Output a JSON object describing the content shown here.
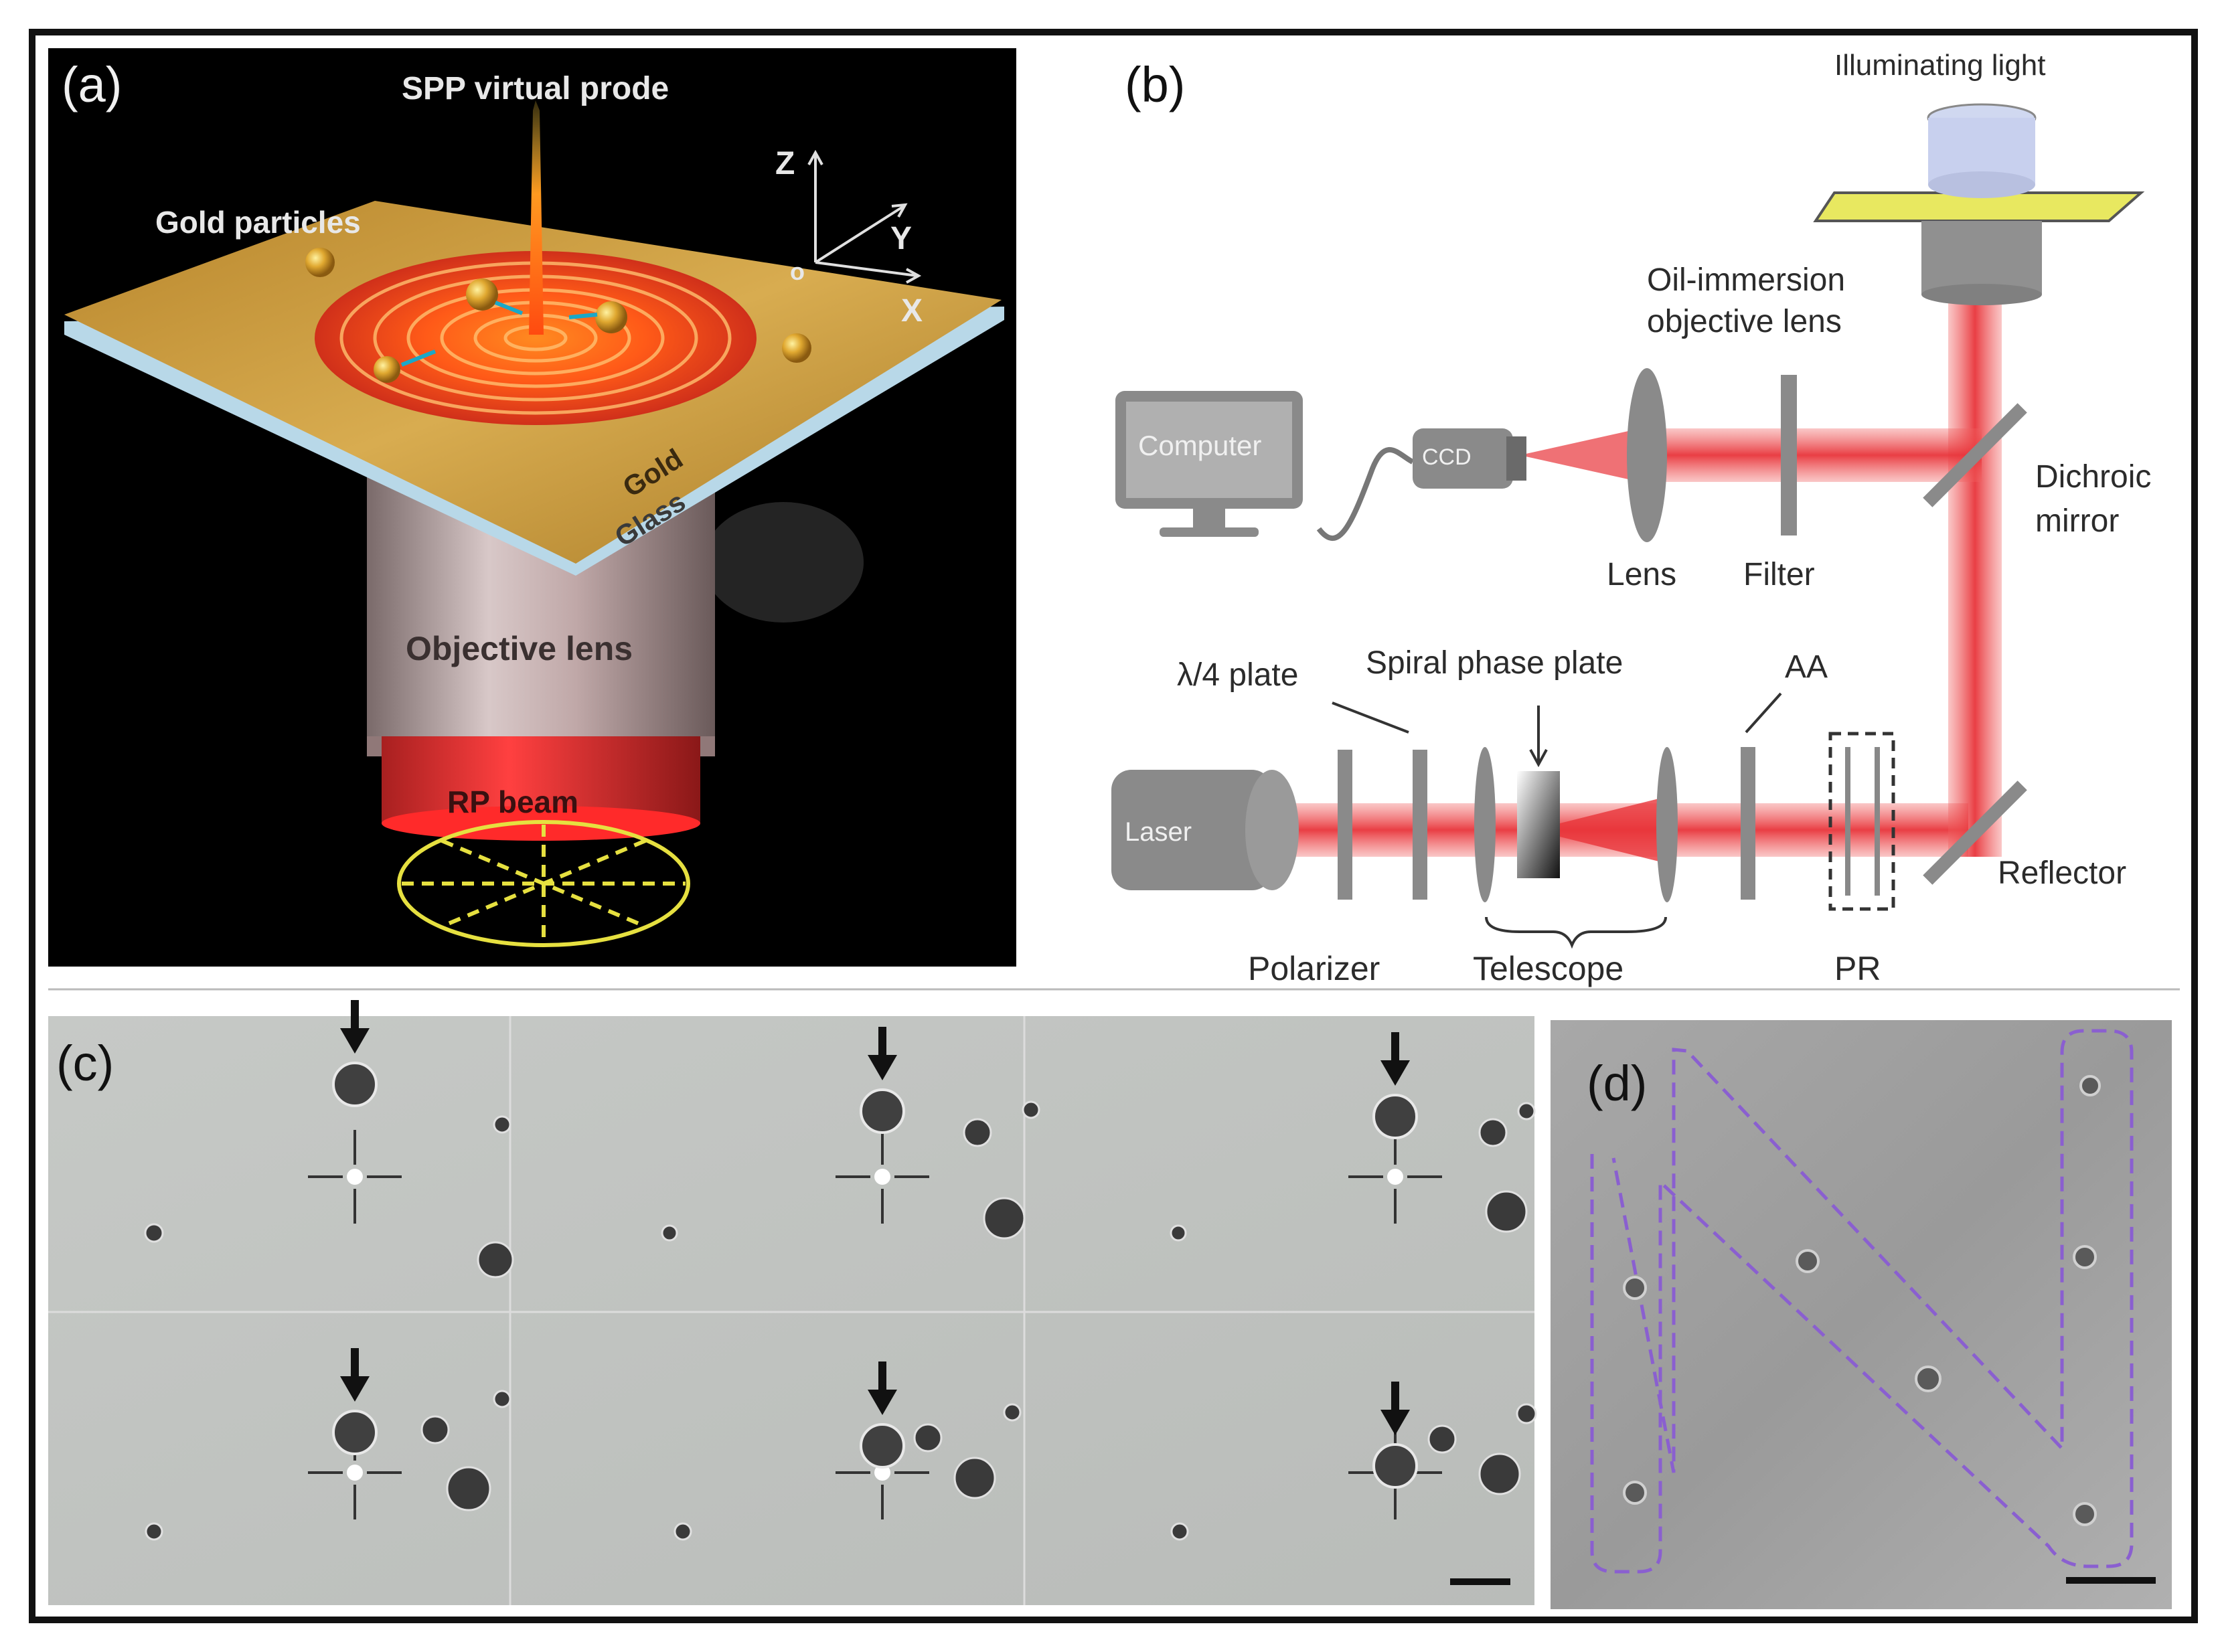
{
  "panels": {
    "a": {
      "label": "(a)",
      "probe": "SPP virtual prode",
      "particles": "Gold particles",
      "gold": "Gold",
      "glass": "Glass",
      "objective": "Objective lens",
      "beam": "RP beam",
      "axis_z": "Z",
      "axis_y": "Y",
      "axis_x": "X",
      "axis_o": "o"
    },
    "b": {
      "label": "(b)",
      "illuminating": "Illuminating light",
      "oil1": "Oil-immersion",
      "oil2": "objective lens",
      "computer": "Computer",
      "ccd": "CCD",
      "lens": "Lens",
      "filter": "Filter",
      "dichroic1": "Dichroic",
      "dichroic2": "mirror",
      "quarter": "λ/4 plate",
      "spiral": "Spiral phase plate",
      "aa": "AA",
      "laser": "Laser",
      "reflector": "Reflector",
      "polarizer": "Polarizer",
      "telescope": "Telescope",
      "pr": "PR"
    },
    "c": {
      "label": "(c)"
    },
    "d": {
      "label": "(d)"
    }
  },
  "colors": {
    "laser_red": "#e8343a",
    "gold": "#c89a3a",
    "dashed_purple": "#8a5fd0"
  }
}
